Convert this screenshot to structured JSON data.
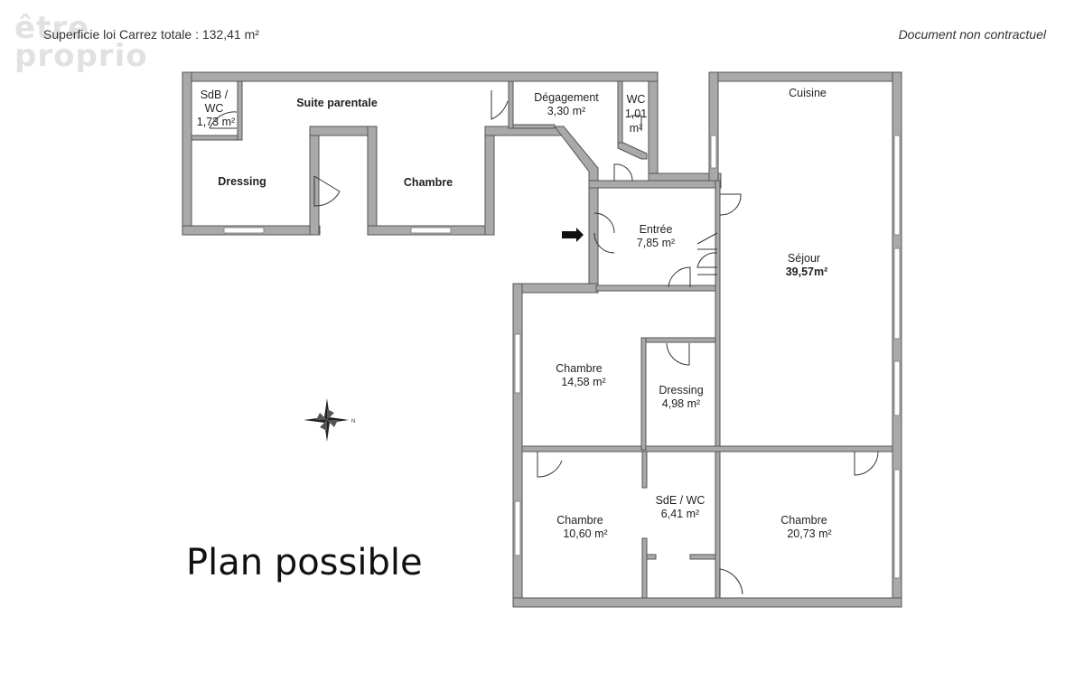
{
  "header": {
    "surface_total": "Superficie loi Carrez totale : 132,41 m²",
    "disclaimer": "Document non contractuel"
  },
  "logo": {
    "line1": "être",
    "line2": "proprio"
  },
  "rooms": {
    "sdb_wc": {
      "name_1": "SdB /",
      "name_2": "WC",
      "area": "1,73 m²"
    },
    "suite_parentale": {
      "name": "Suite parentale"
    },
    "dressing_suite": {
      "name": "Dressing"
    },
    "chambre_suite": {
      "name": "Chambre"
    },
    "degagement": {
      "name": "Dégagement",
      "area": "3,30 m²"
    },
    "wc": {
      "name": "WC",
      "area_1": "1,01",
      "area_2": "m²"
    },
    "cuisine": {
      "name": "Cuisine"
    },
    "entree": {
      "name": "Entrée",
      "area": "7,85 m²"
    },
    "sejour": {
      "name": "Séjour",
      "area": "39,57m²"
    },
    "chambre_1": {
      "name": "Chambre",
      "area": "14,58 m²"
    },
    "dressing_2": {
      "name": "Dressing",
      "area": "4,98 m²"
    },
    "sde_wc": {
      "name": "SdE / WC",
      "area": "6,41 m²"
    },
    "chambre_2": {
      "name": "Chambre",
      "area": "10,60 m²"
    },
    "chambre_3": {
      "name": "Chambre",
      "area": "20,73 m²"
    }
  },
  "compass": {
    "north_label": "N"
  },
  "plan_title": "Plan possible",
  "colors": {
    "wall_fill": "#a9a9a9",
    "wall_stroke": "#555555",
    "window": "#c8c8c8"
  }
}
